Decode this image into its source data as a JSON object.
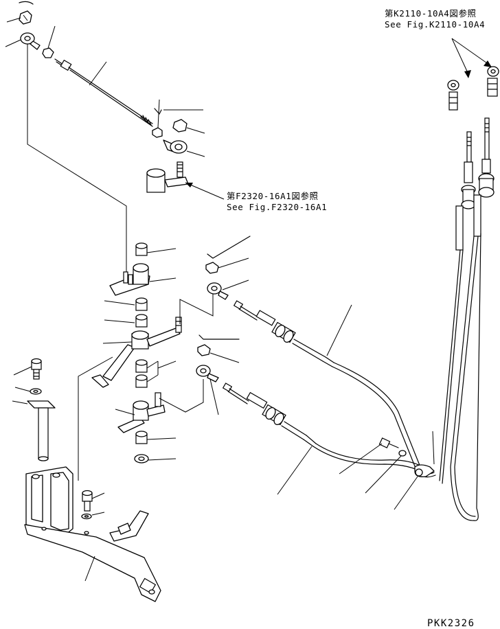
{
  "references": [
    {
      "id": "ref-k2110",
      "jp": "第K2110-10A4図参照",
      "en": "See Fig.K2110-10A4"
    },
    {
      "id": "ref-f2320",
      "jp": "第F2320-16A1図参照",
      "en": "See Fig.F2320-16A1"
    }
  ],
  "drawing_code": "PKK2326",
  "colors": {
    "line": "#000000",
    "background": "#ffffff"
  }
}
